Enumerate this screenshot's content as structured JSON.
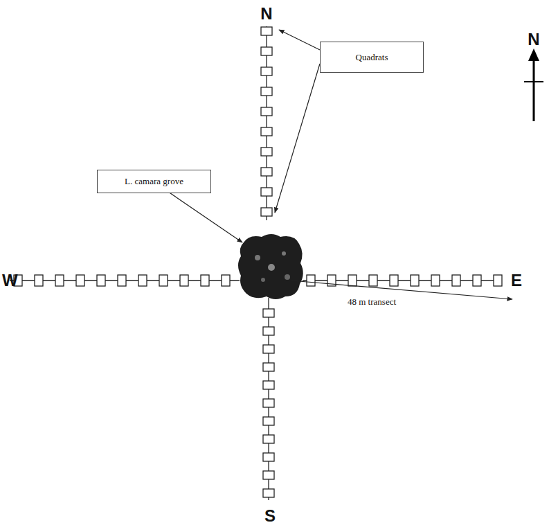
{
  "diagram": {
    "nodes": [
      {
        "text": [
          "Quadrats"
        ]
      },
      {
        "text": [
          "L. camara grove"
        ]
      }
    ],
    "labels": [
      "N",
      "S",
      "W",
      "E",
      "N",
      "48 m transect"
    ]
  }
}
